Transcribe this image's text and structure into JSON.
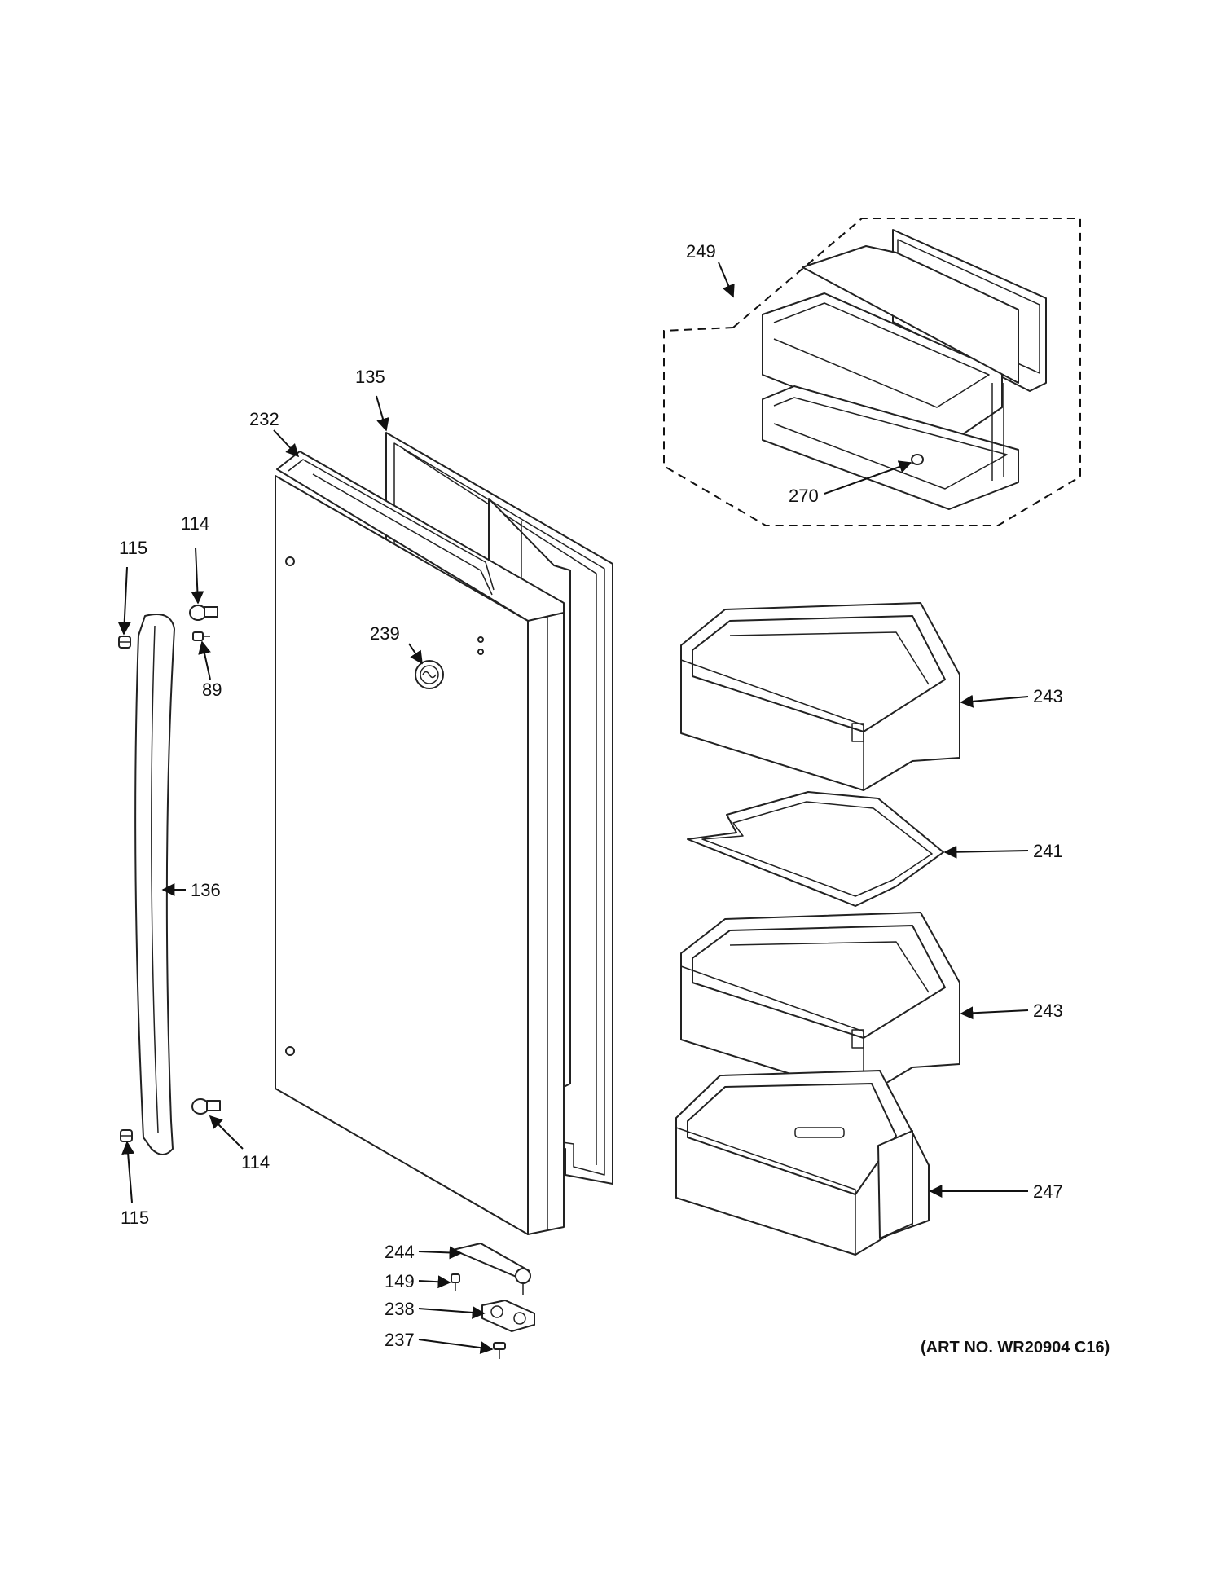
{
  "diagram": {
    "art_number": "(ART NO. WR20904 C16)",
    "callouts": {
      "c249": "249",
      "c270": "270",
      "c135": "135",
      "c232": "232",
      "c114_top": "114",
      "c115_top": "115",
      "c89": "89",
      "c239": "239",
      "c243_top": "243",
      "c241": "241",
      "c136": "136",
      "c243_bottom": "243",
      "c114_bottom": "114",
      "c247": "247",
      "c115_bottom": "115",
      "c244": "244",
      "c149": "149",
      "c238": "238",
      "c237": "237"
    }
  }
}
